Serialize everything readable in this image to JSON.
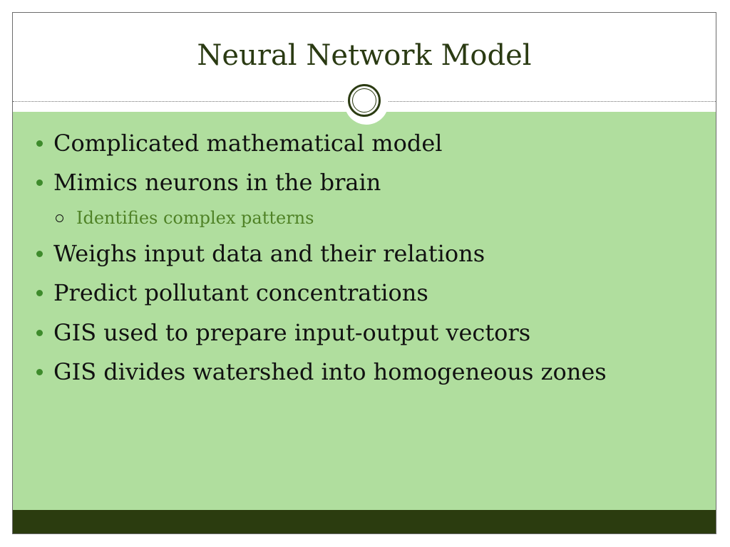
{
  "slide": {
    "title": "Neural Network Model",
    "bullets": [
      {
        "text": "Complicated mathematical model"
      },
      {
        "text": "Mimics neurons in the brain"
      },
      {
        "text": "Weighs input data and their relations"
      },
      {
        "text": "Predict pollutant concentrations"
      },
      {
        "text": "GIS used to prepare input-output vectors"
      },
      {
        "text": "GIS divides watershed into homogeneous zones"
      }
    ],
    "sub_bullets": [
      {
        "text": "Identifies complex patterns"
      }
    ]
  },
  "colors": {
    "title_text": "#2a3a12",
    "content_background": "#b0de9e",
    "footer_band": "#2b3c0f",
    "bullet_marker": "#3e8b2c",
    "sub_bullet_text": "#4f8226"
  }
}
